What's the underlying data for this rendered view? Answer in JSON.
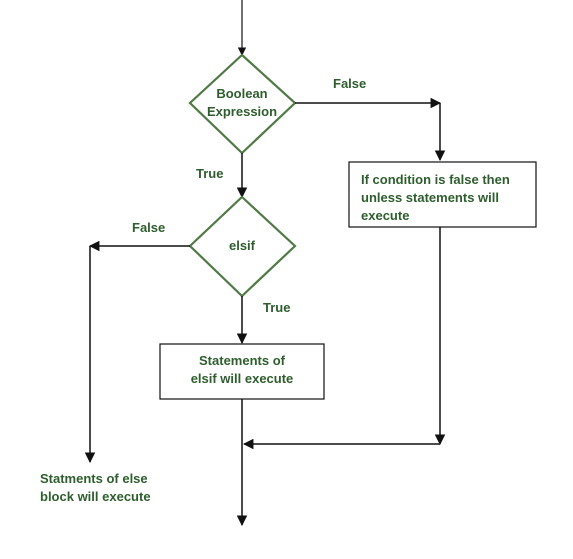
{
  "nodes": {
    "decision1": "Boolean\nExpression",
    "decision2": "elsif",
    "unless_box": "If condition is false then\nunless statements will\nexecute",
    "elsif_box": "Statements of\nelsif will execute",
    "else_text": "Statments of else\nblock will execute"
  },
  "edges": {
    "d1_false": "False",
    "d1_true": "True",
    "d2_false": "False",
    "d2_true": "True"
  },
  "colors": {
    "node_border": "#4f7a45",
    "text": "#2e5e2e",
    "line": "#111111"
  }
}
